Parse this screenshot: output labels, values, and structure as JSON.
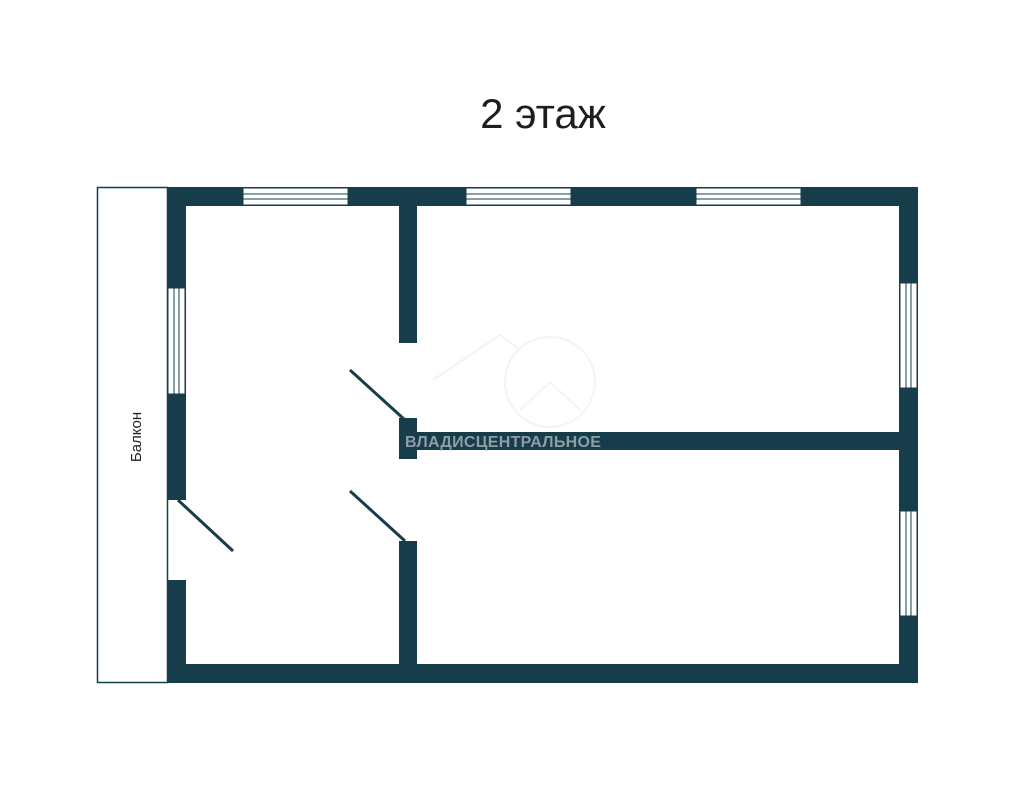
{
  "title": "2 этаж",
  "balcony_label": "Балкон",
  "watermark": "ВЛАДИСЦЕНТРАЛЬНОЕ",
  "colors": {
    "wall": "#173d4a",
    "window": "#ffffff",
    "outline": "#173d4a"
  }
}
